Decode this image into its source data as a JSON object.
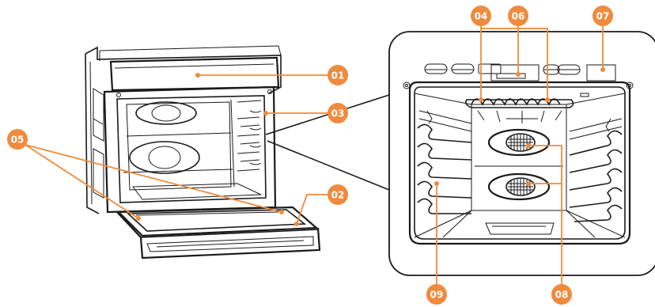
{
  "diagram": {
    "accent_color": "#f08a3c",
    "callouts": [
      {
        "id": "c01",
        "label": "01"
      },
      {
        "id": "c02",
        "label": "02"
      },
      {
        "id": "c03",
        "label": "03"
      },
      {
        "id": "c04",
        "label": "04"
      },
      {
        "id": "c05",
        "label": "05"
      },
      {
        "id": "c06",
        "label": "06"
      },
      {
        "id": "c07",
        "label": "07"
      },
      {
        "id": "c08",
        "label": "08"
      },
      {
        "id": "c09",
        "label": "09"
      }
    ]
  }
}
